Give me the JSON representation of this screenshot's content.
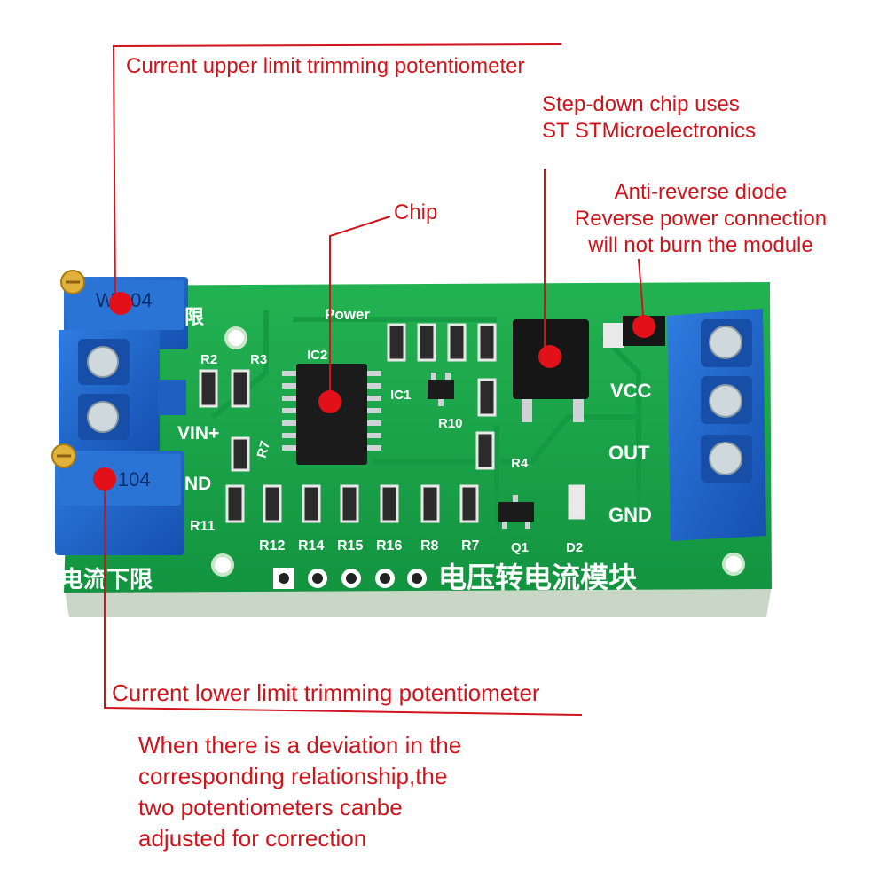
{
  "annotations": {
    "upper_pot": "Current upper limit trimming potentiometer",
    "stepdown_line1": "Step-down chip uses",
    "stepdown_line2": "ST STMicroelectronics",
    "chip": "Chip",
    "diode_line1": "Anti-reverse diode",
    "diode_line2": "Reverse power connection",
    "diode_line3": "will not burn the module",
    "lower_pot": "Current lower limit trimming potentiometer",
    "deviation_line1": "When there is a deviation in the",
    "deviation_line2": "corresponding relationship,the",
    "deviation_line3": "two potentiometers canbe",
    "deviation_line4": "adjusted for correction"
  },
  "board": {
    "pot_marking_upper": "W 104",
    "pot_marking_lower": "W 104",
    "silk_upper_limit": "限",
    "silk_power": "Power",
    "silk_ic2": "IC2",
    "silk_ic1": "IC1",
    "silk_vin": "VIN+",
    "silk_gnd_left": "ND",
    "silk_vcc": "VCC",
    "silk_out": "OUT",
    "silk_gnd_right": "GND",
    "silk_r2": "R2",
    "silk_r3": "R3",
    "silk_r4": "R4",
    "silk_r7_side": "R7",
    "silk_r10": "R10",
    "silk_r11": "R11",
    "silk_q1": "Q1",
    "silk_d2": "D2",
    "bottom_row_labels": [
      "R12",
      "R14",
      "R15",
      "R16",
      "R8",
      "R7"
    ],
    "silk_lower_limit": "电流下限",
    "silk_module_title": "电压转电流模块"
  },
  "colors": {
    "annotation": "#d0141c",
    "pcb": "#1aa34a",
    "terminal_blue": "#1c63c8",
    "marker_dot": "#e3101a"
  }
}
